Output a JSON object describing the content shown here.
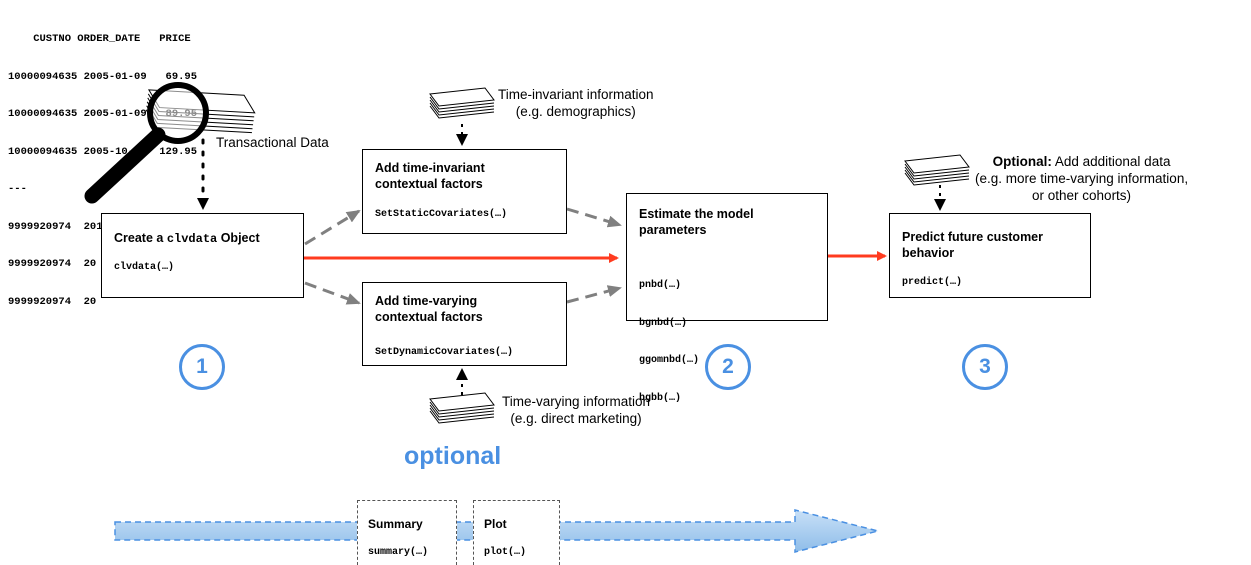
{
  "data_table": {
    "header": "    CUSTNO ORDER_DATE   PRICE",
    "rows": [
      "10000094635 2005-01-09   69.95",
      "10000094635 2005-01-09   89.95",
      "10000094635 2005-10-22  129.95",
      "---",
      "9999920974  201",
      "9999920974  20",
      "9999920974  20"
    ]
  },
  "labels": {
    "transactional": "Transactional Data",
    "time_invariant_line1": "Time-invariant information",
    "time_invariant_line2": "(e.g. demographics)",
    "time_varying_line1": "Time-varying information",
    "time_varying_line2": "(e.g. direct marketing)",
    "optional_strong": "Optional:",
    "optional_rest": " Add additional data",
    "optional_line2": "(e.g. more time-varying information,",
    "optional_line3": "or other cohorts)",
    "optional_big": "optional"
  },
  "boxes": {
    "create_prefix": "Create a ",
    "create_code": "clvdata",
    "create_suffix": " Object",
    "create_fn": "clvdata(…)",
    "static_title_1": "Add time-invariant",
    "static_title_2": "contextual factors",
    "static_fn": "SetStaticCovariates(…)",
    "dynamic_title_1": "Add time-varying",
    "dynamic_title_2": "contextual factors",
    "dynamic_fn": "SetDynamicCovariates(…)",
    "estimate_title_1": "Estimate the model",
    "estimate_title_2": "parameters",
    "estimate_fns": [
      "pnbd(…)",
      "bgnbd(…)",
      "ggomnbd(…)",
      "bgbb(…)"
    ],
    "predict_title_1": "Predict future customer",
    "predict_title_2": "behavior",
    "predict_fn": "predict(…)",
    "summary_title": "Summary",
    "summary_fn": "summary(…)",
    "plot_title": "Plot",
    "plot_fn": "plot(…)"
  },
  "steps": [
    "1",
    "2",
    "3"
  ],
  "colors": {
    "main_arrow": "#ff3b1f",
    "optional_arrow": "#7a7a7a",
    "accent_blue": "#4a90e2",
    "band_fill": "#a9cdf0",
    "band_stroke": "#4a90e2"
  }
}
